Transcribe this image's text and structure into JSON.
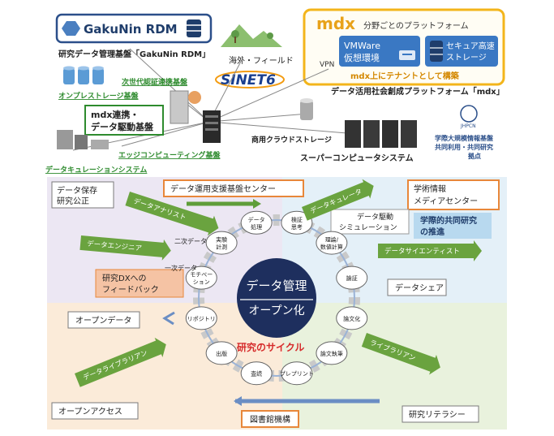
{
  "top": {
    "gakunin_logo": "GakuNin RDM",
    "gakunin_caption": "研究データ管理基盤「GakuNin RDM」",
    "field_label": "海外・フィールド",
    "sinet_logo": "SINET6",
    "vpn_label": "VPN",
    "mdx": {
      "logo": "mdx",
      "subtitle": "分野ごとのプラットフォーム",
      "vmware": [
        "VMWare",
        "仮想環境"
      ],
      "storage": [
        "セキュア高速",
        "ストレージ"
      ],
      "tenant": "mdx上にテナントとして構築",
      "caption": "データ活用社会創成プラットフォーム「mdx」"
    },
    "next_auth": "次世代認証連携基盤",
    "open_storage": "オンプレストレージ基盤",
    "mdx_link": [
      "mdx連携・",
      "データ駆動基盤"
    ],
    "edge": "エッジコンピューティング基盤",
    "curation_sys": "データキュレーションシステム",
    "commercial_cloud": "商用クラウドストレージ",
    "supercomputer": "スーパーコンピュータシステム",
    "jhpcn_logo": "JHPCN",
    "jhpcn": [
      "学際大規模情報基盤",
      "共同利用・共同研究",
      "拠点"
    ]
  },
  "cycle": {
    "center_top": "データ管理",
    "center_bottom": "オープン化",
    "cycle_title": "研究のサイクル",
    "nodes": [
      "検証\n思考",
      "理論/\n数値計算",
      "論証",
      "論文化",
      "論文執筆",
      "プレプリント",
      "査読",
      "出版",
      "リポジトリ",
      "モチベー\nション",
      "実験\n計測",
      "データ\n処理"
    ],
    "data_levels": [
      "二次データ",
      "一次データ"
    ]
  },
  "quadrants": {
    "storage_fair": [
      "データ保存",
      "研究公正"
    ],
    "data_share": "データシェア",
    "open_data": "オープンデータ",
    "open_access": "オープンアクセス",
    "research_literacy": "研究リテラシー"
  },
  "centers": {
    "support_center": "データ運用支援基盤センター",
    "media_center": [
      "学術情報",
      "メディアセンター"
    ],
    "library_org": "図書館機構",
    "simulation": [
      "データ駆動",
      "シミュレーション"
    ],
    "joint_research": [
      "学際的共同研究",
      "の推進"
    ],
    "dx_feedback": [
      "研究DXへの",
      "フィードバック"
    ]
  },
  "roles": {
    "curator": "データキュレータ",
    "analyst": "データアナリスト",
    "engineer": "データエンジニア",
    "scientist": "データサイエンティスト",
    "data_librarian": "データライブラリアン",
    "librarian": "ライブラリアン"
  }
}
